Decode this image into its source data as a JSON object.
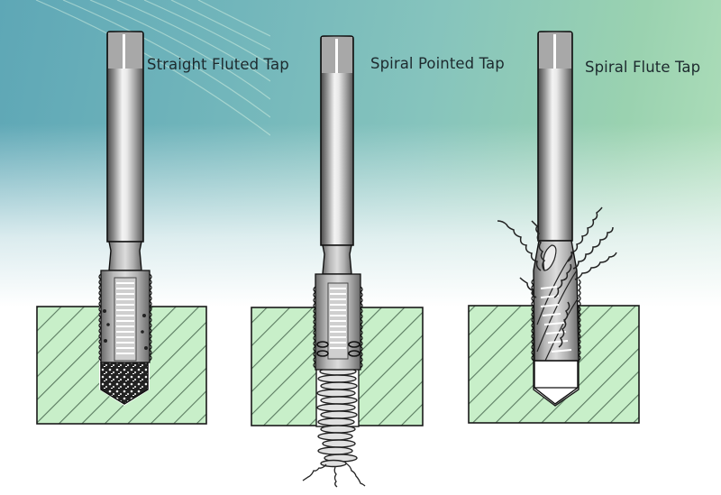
{
  "figure": {
    "background": {
      "top_gradient": [
        "#5ea7b6",
        "#86c4bd",
        "#b5e2bd"
      ],
      "bottom": "#ffffff"
    },
    "workpiece_color": "#c8efc9",
    "hatch_color": "#5a7a60",
    "tool_color": "#a8a8a8"
  },
  "taps": [
    {
      "label": "Straight Fluted Tap",
      "chip_style": "granular chips packed at hole bottom",
      "hole": "blind"
    },
    {
      "label": "Spiral Pointed Tap",
      "chip_style": "chips pushed forward out through hole",
      "hole": "through"
    },
    {
      "label": "Spiral Flute Tap",
      "chip_style": "chips ejected upward out of hole",
      "hole": "blind"
    }
  ]
}
